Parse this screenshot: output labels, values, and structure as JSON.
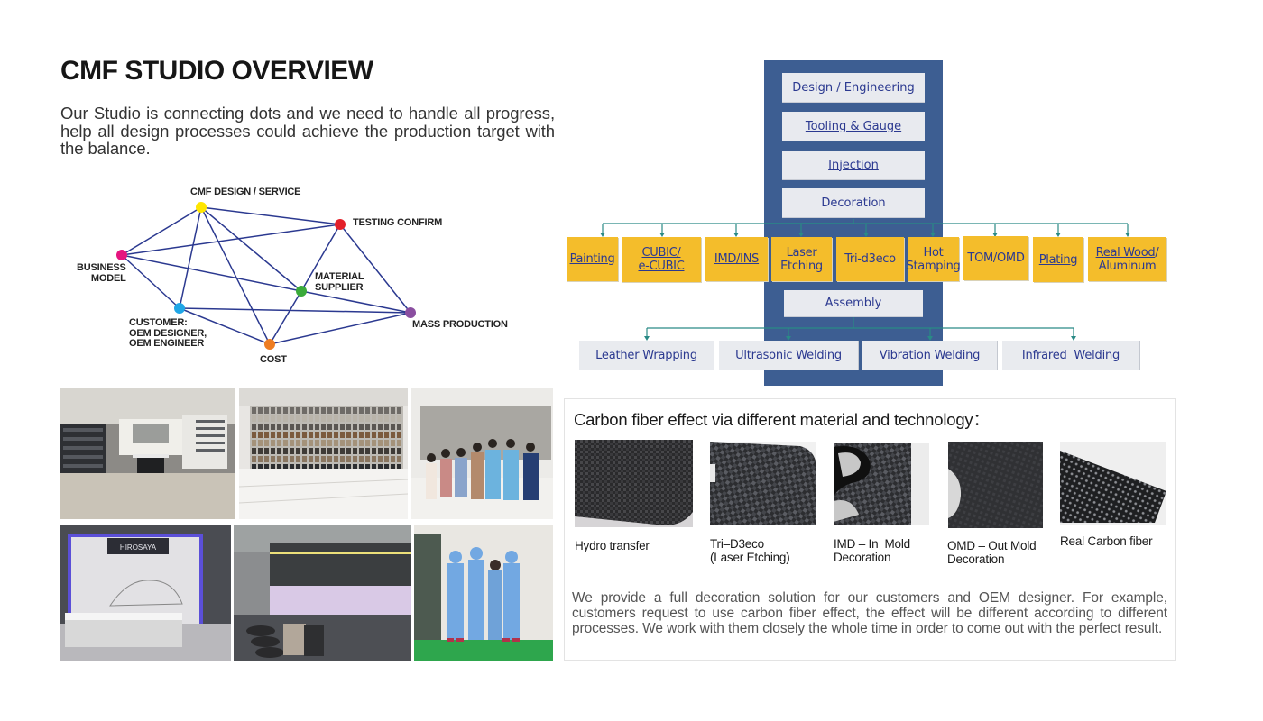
{
  "header": {
    "title": "CMF STUDIO OVERVIEW",
    "intro": "Our Studio is connecting dots and we need to handle all progress, help all design processes could achieve the production target with the balance."
  },
  "network": {
    "nodes": [
      {
        "id": "cmf",
        "label": "CMF DESIGN / SERVICE",
        "color": "#ffe600"
      },
      {
        "id": "testing",
        "label": "TESTING CONFIRM",
        "color": "#e3202a"
      },
      {
        "id": "business",
        "label": "BUSINESS\nMODEL",
        "color": "#e5157f"
      },
      {
        "id": "material",
        "label": "MATERIAL\nSUPPLIER",
        "color": "#3aaa3a"
      },
      {
        "id": "customer",
        "label": "CUSTOMER:\nOEM DESIGNER,\nOEM ENGINEER",
        "color": "#1fa6e6"
      },
      {
        "id": "mass",
        "label": "MASS PRODUCTION",
        "color": "#8a4ea0"
      },
      {
        "id": "cost",
        "label": "COST",
        "color": "#ee7d22"
      }
    ],
    "edges": [
      [
        "cmf",
        "testing"
      ],
      [
        "cmf",
        "business"
      ],
      [
        "cmf",
        "customer"
      ],
      [
        "cmf",
        "cost"
      ],
      [
        "cmf",
        "material"
      ],
      [
        "business",
        "testing"
      ],
      [
        "business",
        "customer"
      ],
      [
        "business",
        "material"
      ],
      [
        "testing",
        "material"
      ],
      [
        "testing",
        "mass"
      ],
      [
        "material",
        "mass"
      ],
      [
        "material",
        "cost"
      ],
      [
        "customer",
        "mass"
      ],
      [
        "customer",
        "cost"
      ],
      [
        "cost",
        "mass"
      ]
    ],
    "line_color": "#2b3990"
  },
  "photos": [
    {
      "name": "studio-room-photo",
      "alt": "Studio showroom with meeting table"
    },
    {
      "name": "sample-wall-photo",
      "alt": "Material sample wall"
    },
    {
      "name": "team-photo",
      "alt": "Team in front of sample wall"
    },
    {
      "name": "hirosaya-display-photo",
      "alt": "HIROSAYA product display wall",
      "sign": "HIROSAYA"
    },
    {
      "name": "product-display-photo",
      "alt": "Product display counter"
    },
    {
      "name": "cleanroom-team-photo",
      "alt": "Team in cleanroom suits"
    }
  ],
  "flow": {
    "main_steps": [
      {
        "label": "Design / Engineering",
        "underline": false
      },
      {
        "label": "Tooling & Gauge",
        "underline": true
      },
      {
        "label": "Injection",
        "underline": true
      },
      {
        "label": "Decoration",
        "underline": false
      }
    ],
    "decoration_options": [
      {
        "label": "Painting",
        "underline": true
      },
      {
        "label": "CUBIC/\ne-CUBIC",
        "underline": true
      },
      {
        "label": "IMD/INS",
        "underline": true
      },
      {
        "label": "Laser\nEtching",
        "underline": false
      },
      {
        "label": "Tri-d3eco",
        "underline": false
      },
      {
        "label": "Hot\nStamping",
        "underline": false
      },
      {
        "label": "TOM/OMD",
        "underline": false
      },
      {
        "label": "Plating",
        "underline": true
      },
      {
        "label_underlined": "Real Wood",
        "label_rest": "/\nAluminum"
      }
    ],
    "assembly": "Assembly",
    "assembly_options": [
      "Leather Wrapping",
      "Ultrasonic Welding",
      "Vibration Welding",
      "Infrared  Welding"
    ],
    "colors": {
      "spine": "#3d5e92",
      "option": "#f4bd2b",
      "box": "#e8eaef",
      "text": "#2b3990",
      "connector": "#2a8a86"
    }
  },
  "carbon": {
    "title": "Carbon fiber effect via different material and technology：",
    "samples": [
      {
        "label": "Hydro transfer"
      },
      {
        "label": "Tri–D3eco\n(Laser Etching)"
      },
      {
        "label": "IMD – In  Mold\nDecoration"
      },
      {
        "label": "OMD – Out Mold\nDecoration"
      },
      {
        "label": "Real Carbon fiber"
      }
    ],
    "description": "We provide a full decoration solution for our customers and OEM designer.  For example, customers request to use carbon fiber effect, the effect will be different according to different processes. We work with them closely the whole time in order to come out with the perfect result."
  }
}
